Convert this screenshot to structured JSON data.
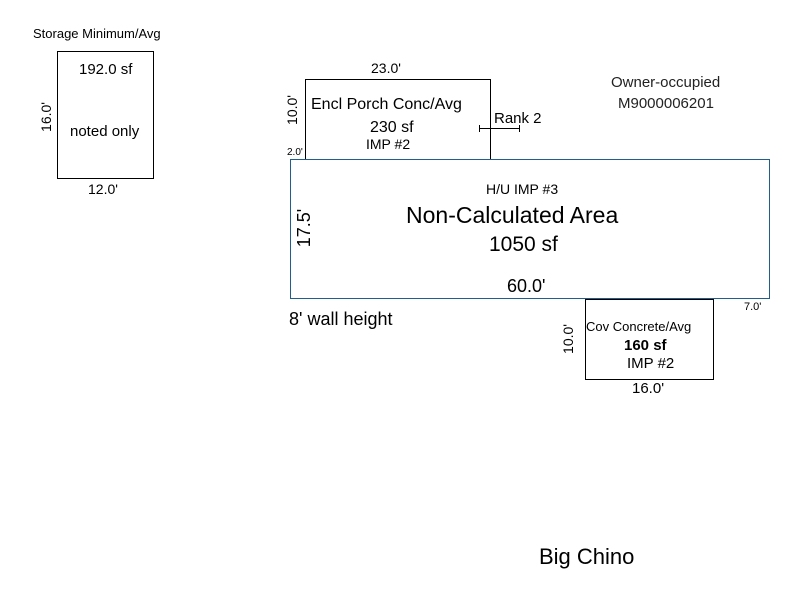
{
  "colors": {
    "line": "#000000",
    "main_outline": "#1f5f8b",
    "background": "#ffffff"
  },
  "storage": {
    "title": "Storage Minimum/Avg",
    "area": "192.0 sf",
    "note": "noted only",
    "side_dim": "16.0'",
    "bottom_dim": "12.0'"
  },
  "porch": {
    "label": "Encl Porch Conc/Avg",
    "area": "230 sf",
    "imp": "IMP #2",
    "top_dim": "23.0'",
    "side_dim": "10.0'",
    "offset_dim": "2.0'",
    "rank": "Rank 2"
  },
  "owner": {
    "status": "Owner-occupied",
    "id": "M9000006201"
  },
  "main": {
    "imp": "H/U IMP #3",
    "label": "Non-Calculated Area",
    "area": "1050 sf",
    "side_dim": "17.5'",
    "bottom_dim": "60.0'",
    "wall_height": "8' wall height",
    "corner_dim": "7.0'"
  },
  "covered": {
    "label": "Cov Concrete/Avg",
    "area": "160 sf",
    "imp": "IMP #2",
    "side_dim": "10.0'",
    "bottom_dim": "16.0'"
  },
  "location": "Big Chino"
}
